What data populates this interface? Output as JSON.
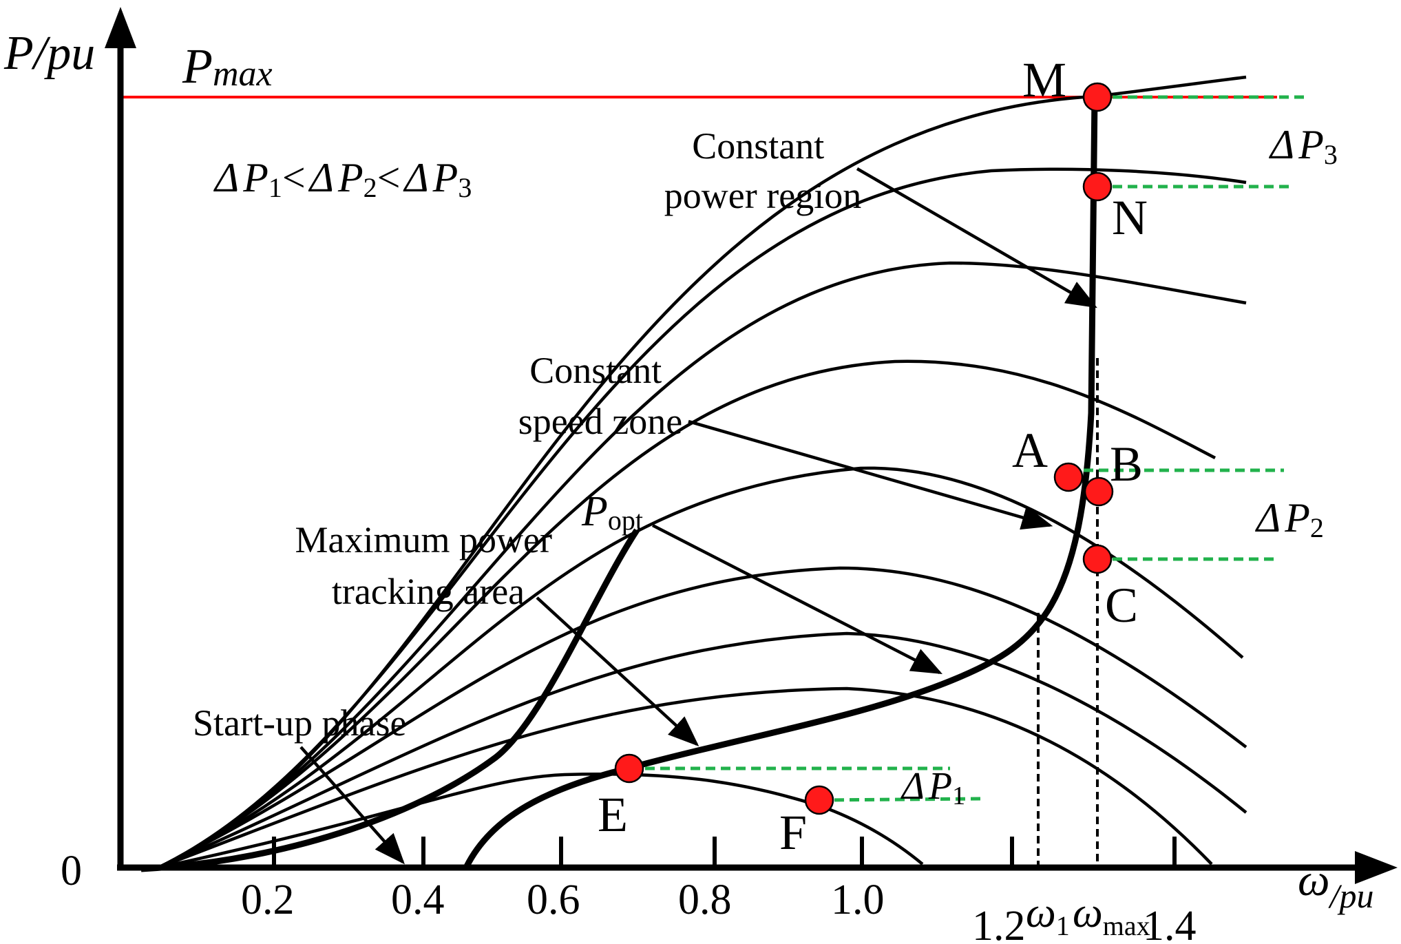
{
  "axes": {
    "y_label": "P/pu",
    "x_label_omega": "ω",
    "x_label_unit": "/pu",
    "origin": "0",
    "x_ticks": [
      "0.2",
      "0.4",
      "0.6",
      "0.8",
      "1.0",
      "1.2",
      "1.4"
    ],
    "omega1": {
      "symbol": "ω",
      "sub": "1"
    },
    "omegamax": {
      "symbol": "ω",
      "sub": "max"
    }
  },
  "pmax": {
    "symbol": "P",
    "sub": "max",
    "color": "#ff0000"
  },
  "inequality": {
    "d": "Δ",
    "p": "P",
    "lt": "<",
    "s1": "1",
    "s2": "2",
    "s3": "3"
  },
  "delta_labels": {
    "dp1": {
      "d": "Δ",
      "p": "P",
      "sub": "1"
    },
    "dp2": {
      "d": "Δ",
      "p": "P",
      "sub": "2"
    },
    "dp3": {
      "d": "Δ",
      "p": "P",
      "sub": "3"
    }
  },
  "annotations": {
    "constant_power": [
      "Constant",
      "power region"
    ],
    "constant_speed": [
      "Constant",
      "speed zone"
    ],
    "popt": {
      "p": "P",
      "sub": "opt"
    },
    "max_power": [
      "Maximum power",
      "tracking area"
    ],
    "startup": "Start-up phase"
  },
  "points": {
    "M": "M",
    "N": "N",
    "A": "A",
    "B": "B",
    "C": "C",
    "E": "E",
    "F": "F"
  },
  "colors": {
    "point": "#ff1a1a",
    "dashed": "#22b24c",
    "pmax_line": "#ff0000"
  }
}
